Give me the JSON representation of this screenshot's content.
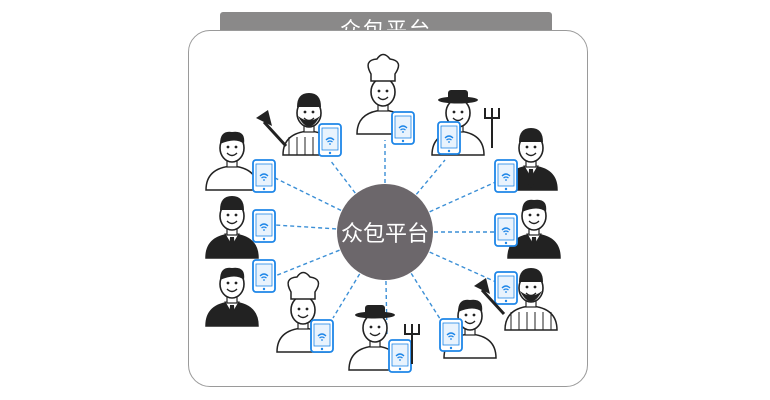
{
  "banner": {
    "title": "众包平台"
  },
  "center": {
    "label": "众包平台",
    "color": "#6c676b"
  },
  "colors": {
    "connector": "#3b8fd6",
    "phone_screen": "#1e86e8",
    "frame_border": "#9a9a9a",
    "banner_bg": "#8a8989"
  },
  "participants": [
    {
      "name": "chef-top",
      "icon": "chef-icon",
      "role": "chef"
    },
    {
      "name": "lumberjack-top",
      "icon": "lumberjack-icon",
      "role": "lumberjack"
    },
    {
      "name": "farmer-top",
      "icon": "farmer-icon",
      "role": "farmer"
    },
    {
      "name": "casual-man-left",
      "icon": "casual-man-icon",
      "role": "casual"
    },
    {
      "name": "waiter-right",
      "icon": "waiter-icon",
      "role": "waiter"
    },
    {
      "name": "waiter-left",
      "icon": "waiter-icon",
      "role": "waiter"
    },
    {
      "name": "businessman-right",
      "icon": "businessman-icon",
      "role": "businessman"
    },
    {
      "name": "businessman-left",
      "icon": "businessman-icon",
      "role": "businessman"
    },
    {
      "name": "lumberjack-right",
      "icon": "lumberjack-icon",
      "role": "lumberjack"
    },
    {
      "name": "chef-bottom",
      "icon": "chef-icon",
      "role": "chef"
    },
    {
      "name": "farmer-bottom",
      "icon": "farmer-icon",
      "role": "farmer"
    },
    {
      "name": "casual-man-bottom",
      "icon": "casual-man-icon",
      "role": "casual"
    }
  ]
}
